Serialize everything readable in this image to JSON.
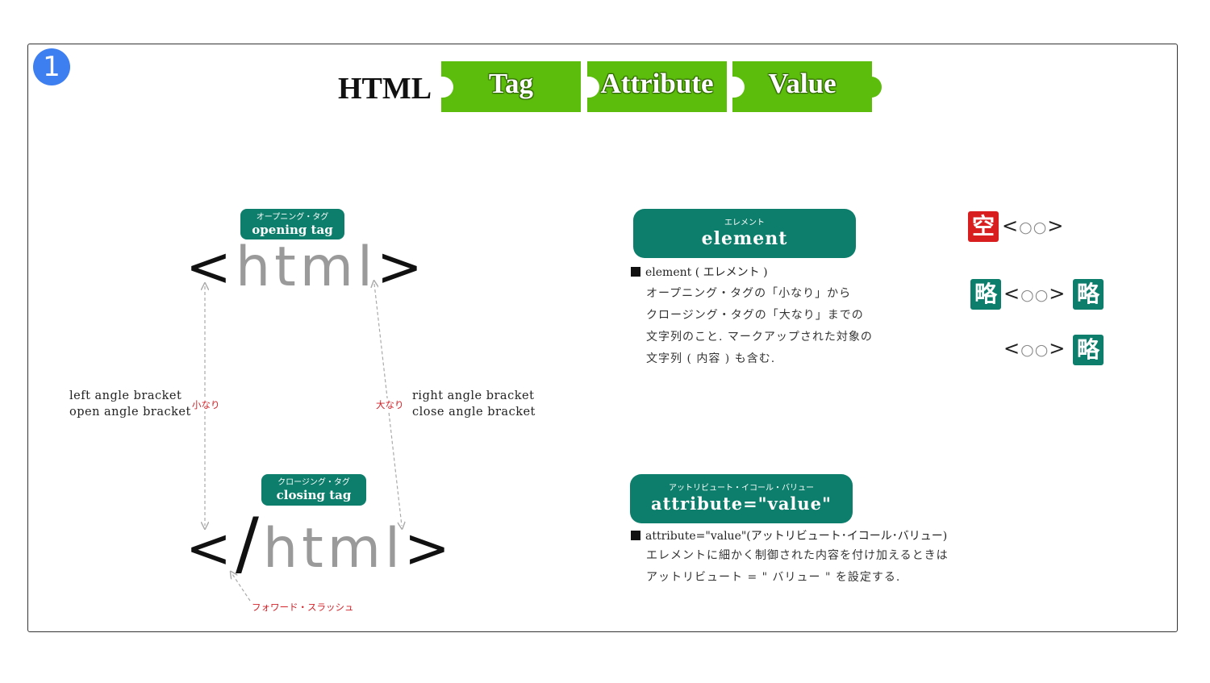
{
  "step_number": "1",
  "header": {
    "title": "HTML",
    "pieces": [
      "Tag",
      "Attribute",
      "Value"
    ]
  },
  "opening_tag": {
    "ruby": "オープニング・タグ",
    "label": "opening tag",
    "lt": "<",
    "name": "html",
    "gt": ">"
  },
  "closing_tag": {
    "ruby": "クロージング・タグ",
    "label": "closing tag",
    "lt": "<",
    "slash": "/",
    "name": "html",
    "gt": ">"
  },
  "left_bracket": {
    "line1": "left angle bracket",
    "line2": "open angle bracket",
    "jp": "小なり"
  },
  "right_bracket": {
    "line1": "right angle bracket",
    "line2": "close angle bracket",
    "jp": "大なり"
  },
  "slash_label": "フォワード・スラッシュ",
  "element": {
    "ruby": "エレメント",
    "label": "element",
    "heading": "element ( エレメント )",
    "lines": [
      "オープニング・タグの「小なり」から",
      "クロージング・タグの「大なり」までの",
      "文字列のこと. マークアップされた対象の",
      "文字列 ( 内容 ) も含む."
    ]
  },
  "attribute": {
    "ruby": "アットリビュート・イコール・バリュー",
    "label": "attribute=\"value\"",
    "heading": "attribute=\"value\"(アットリビュート･イコール･バリュー)",
    "lines": [
      "エレメントに細かく制御された内容を付け加えるときは",
      "アットリビュート = \" バリュー \" を設定する."
    ]
  },
  "omission": {
    "empty_kanji": "空",
    "omit_kanji": "略",
    "lt": "<",
    "gt": ">",
    "placeholder": "○○"
  },
  "colors": {
    "puzzle_green": "#5cbd0c",
    "teal": "#0d7e6b",
    "red_kanji": "#d81e1e",
    "red_label": "#d2232a",
    "badge_blue": "#3d7ef0"
  }
}
